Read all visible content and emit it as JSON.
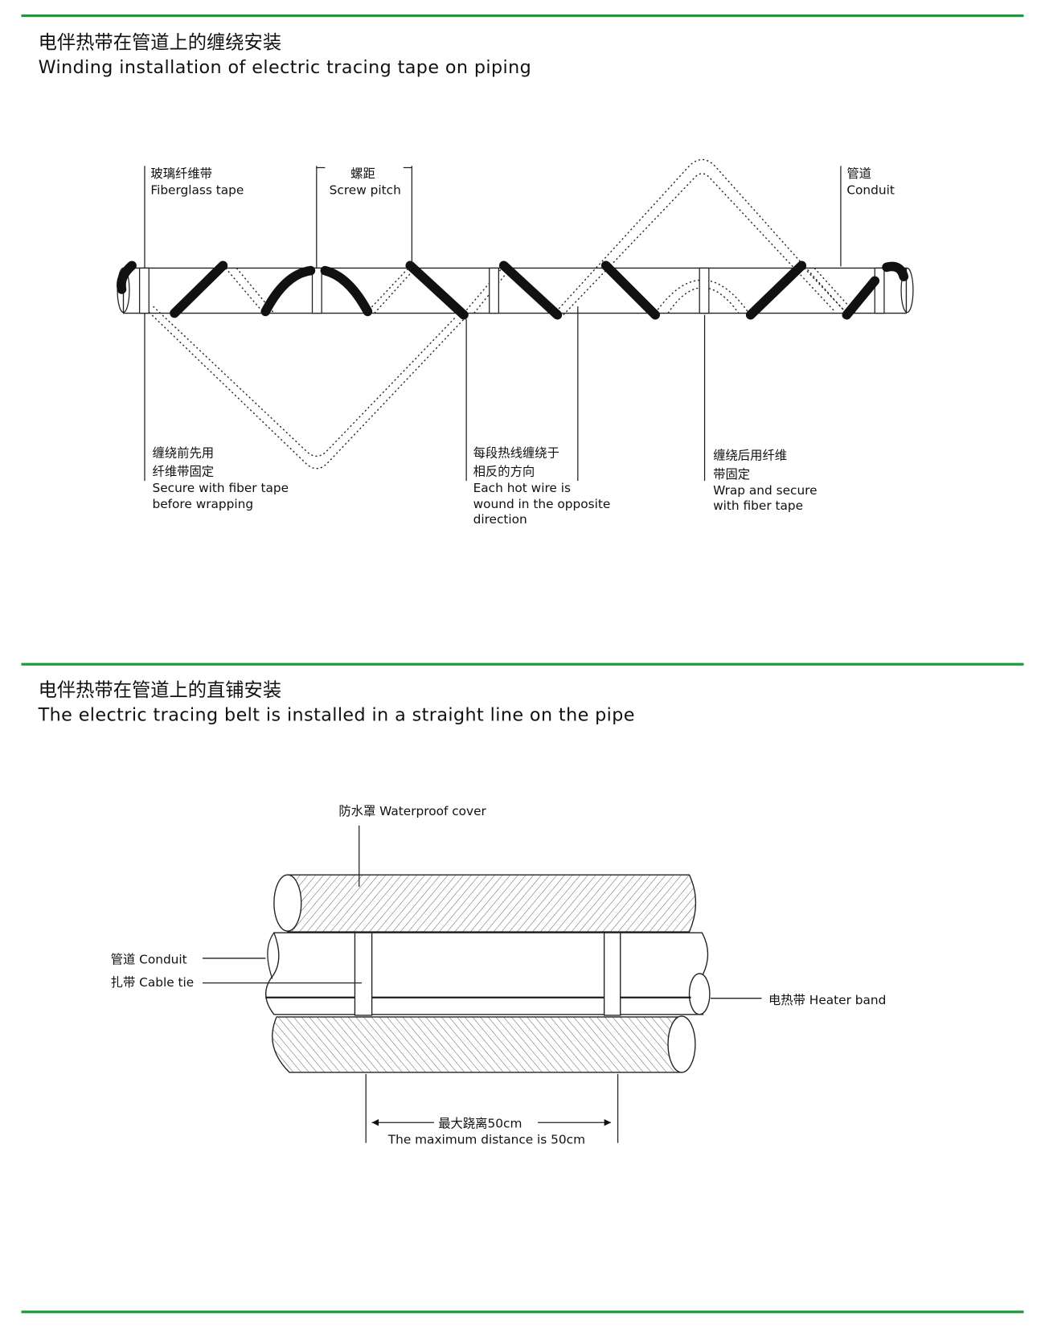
{
  "colors": {
    "accent_line": "#1a9a3a",
    "ink": "#111111"
  },
  "section1": {
    "title_cn": "电伴热带在管道上的缠绕安装",
    "title_en": "Winding installation of electric tracing tape on piping",
    "labels": {
      "fiberglass_cn": "玻璃纤维带",
      "fiberglass_en": "Fiberglass tape",
      "pitch_cn": "螺距",
      "pitch_en": "Screw pitch",
      "conduit_cn": "管道",
      "conduit_en": "Conduit",
      "secure_cn_1": "缠绕前先用",
      "secure_cn_2": "纤维带固定",
      "secure_en_1": "Secure with fiber tape",
      "secure_en_2": "before wrapping",
      "opposite_cn_1": "每段热线缠绕于",
      "opposite_cn_2": "相反的方向",
      "opposite_en_1": "Each hot wire is",
      "opposite_en_2": "wound in the opposite",
      "opposite_en_3": "direction",
      "wrap_cn_1": "缠绕后用纤维",
      "wrap_cn_2": "带固定",
      "wrap_en_1": "Wrap and secure",
      "wrap_en_2": "with fiber tape"
    }
  },
  "section2": {
    "title_cn": "电伴热带在管道上的直铺安装",
    "title_en": "The electric tracing belt is installed in a straight line on the pipe",
    "labels": {
      "cover": "防水罩 Waterproof cover",
      "conduit": "管道 Conduit",
      "cable_tie": "扎带 Cable tie",
      "heater_band": "电热带 Heater band",
      "distance_cn": "最大跷离50cm",
      "distance_en": "The maximum distance is 50cm"
    }
  }
}
